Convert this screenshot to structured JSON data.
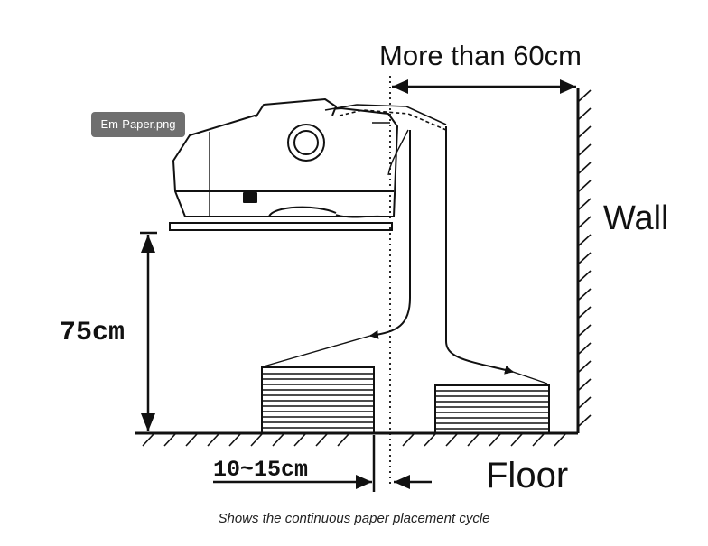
{
  "image": {
    "filename_label": "Em-Paper.png",
    "caption": "Shows the continuous paper placement cycle"
  },
  "diagram": {
    "labels": {
      "clearance": "More than 60cm",
      "wall": "Wall",
      "height": "75cm",
      "offset": "10~15cm",
      "floor": "Floor"
    }
  }
}
